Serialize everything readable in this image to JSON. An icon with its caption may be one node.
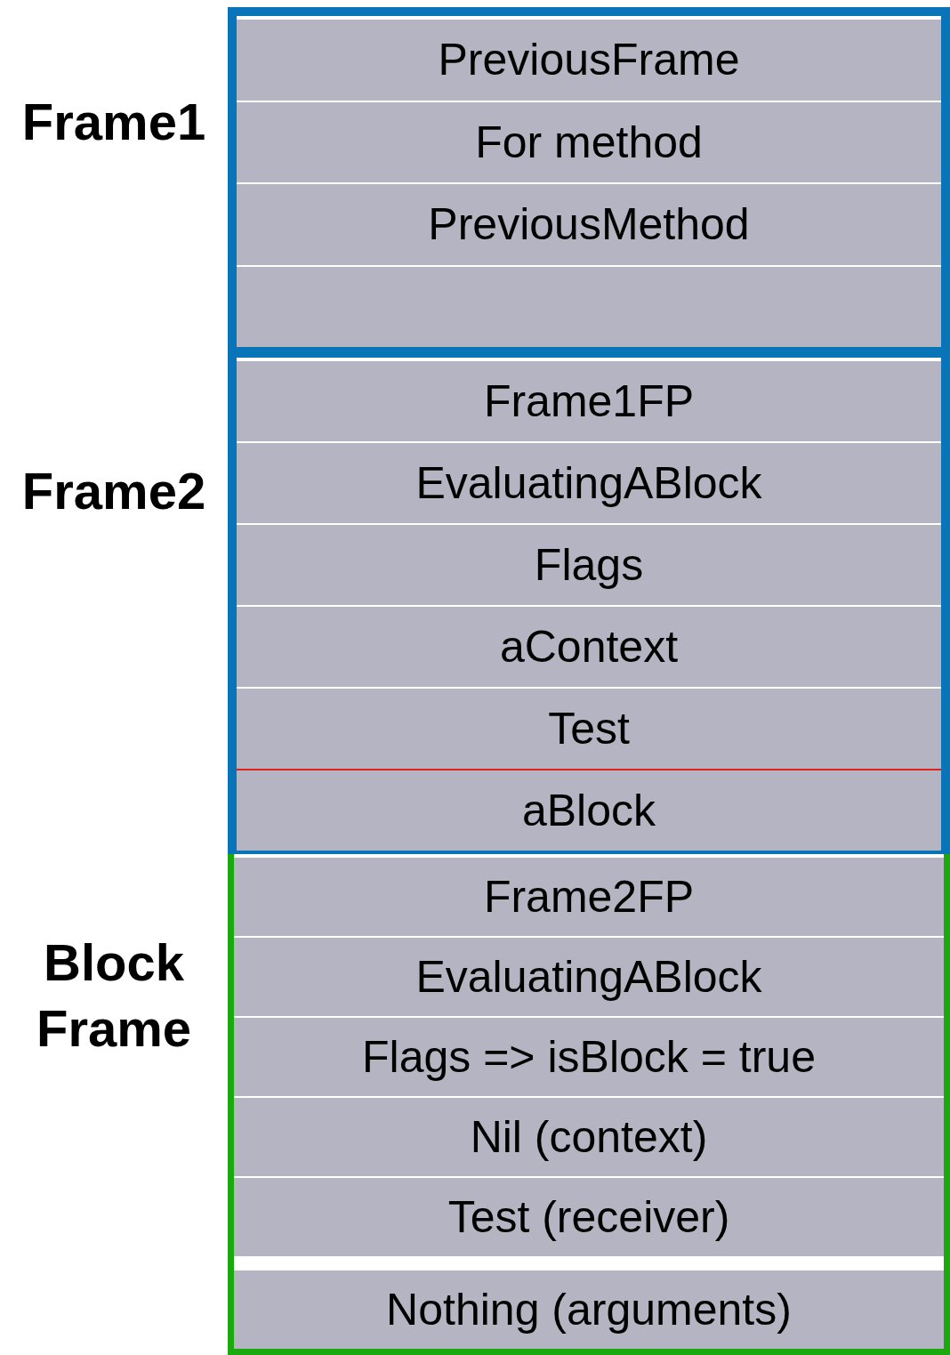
{
  "diagram": {
    "nodes": [
      {
        "text": [
          "Frame1"
        ]
      },
      {
        "text": [
          "PreviousFrame"
        ],
        "in": 0
      },
      {
        "text": [
          "For method"
        ],
        "in": 0
      },
      {
        "text": [
          "PreviousMethod"
        ],
        "in": 0
      },
      {
        "text": [],
        "shape": "box",
        "in": 0
      },
      {
        "text": [
          "Frame2"
        ]
      },
      {
        "text": [
          "Frame1FP"
        ],
        "in": 5
      },
      {
        "text": [
          "EvaluatingABlock"
        ],
        "in": 5
      },
      {
        "text": [
          "Flags"
        ],
        "in": 5
      },
      {
        "text": [
          "aContext"
        ],
        "in": 5
      },
      {
        "text": [
          "Test"
        ],
        "in": 5
      },
      {
        "text": [
          "aBlock"
        ],
        "in": 5
      },
      {
        "text": [
          "Block Frame"
        ]
      },
      {
        "text": [
          "Frame2FP"
        ],
        "in": 12
      },
      {
        "text": [
          "EvaluatingABlock"
        ],
        "in": 12
      },
      {
        "text": [
          "Flags => isBlock = true"
        ],
        "in": 12
      },
      {
        "text": [
          "Nil (context)"
        ],
        "in": 12
      },
      {
        "text": [
          "Test (receiver)"
        ],
        "in": 12
      },
      {
        "text": [
          "Nothing (arguments)"
        ],
        "in": 12
      }
    ],
    "edges": []
  }
}
